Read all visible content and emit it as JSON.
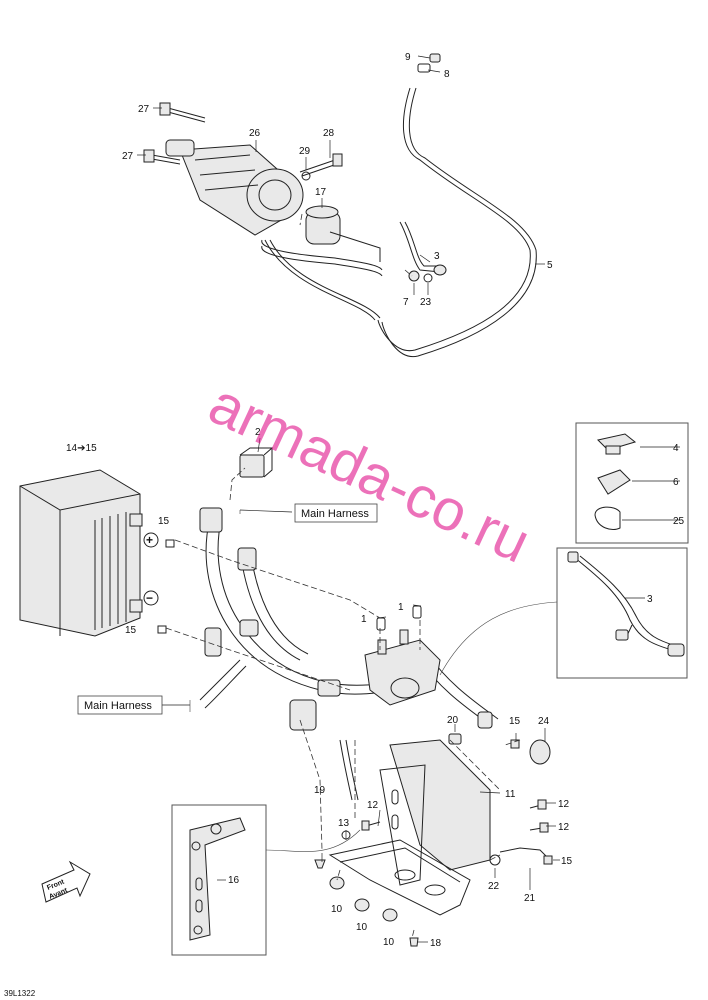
{
  "watermark": "armada-co.ru",
  "reference": "39L1322",
  "front_label": {
    "line1": "Front",
    "line2": "Avant"
  },
  "harness_labels": [
    "Main Harness",
    "Main Harness"
  ],
  "callouts": {
    "c1a": "1",
    "c1b": "1",
    "c2": "2",
    "c3a": "3",
    "c3b": "3",
    "c4": "4",
    "c5": "5",
    "c6": "6",
    "c7": "7",
    "c8": "8",
    "c9": "9",
    "c10a": "10",
    "c10b": "10",
    "c10c": "10",
    "c11": "11",
    "c12a": "12",
    "c12b": "12",
    "c12c": "12",
    "c13": "13",
    "c14": "14➔15",
    "c15a": "15",
    "c15b": "15",
    "c15c": "15",
    "c15d": "15",
    "c16": "16",
    "c17": "17",
    "c18": "18",
    "c19": "19",
    "c20": "20",
    "c21": "21",
    "c22": "22",
    "c23": "23",
    "c24": "24",
    "c25": "25",
    "c26": "26",
    "c27a": "27",
    "c27b": "27",
    "c28": "28",
    "c29": "29"
  },
  "polarity": {
    "positive": "+",
    "negative": "−"
  }
}
